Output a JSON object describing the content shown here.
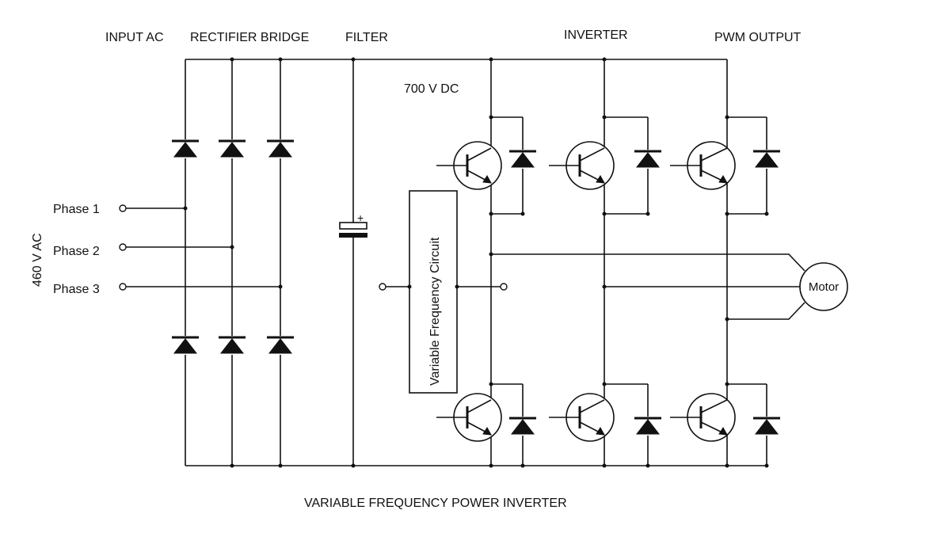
{
  "labels": {
    "input_ac": "INPUT AC",
    "rectifier_bridge": "RECTIFIER BRIDGE",
    "filter": "FILTER",
    "inverter": "INVERTER",
    "pwm_output": "PWM OUTPUT",
    "dc_voltage": "700 V DC",
    "ac_voltage": "460 V AC",
    "phase1": "Phase 1",
    "phase2": "Phase 2",
    "phase3": "Phase 3",
    "vf_circuit": "Variable Frequency Circuit",
    "motor": "Motor",
    "capacitor_polarity": "+",
    "title": "VARIABLE FREQUENCY POWER INVERTER"
  }
}
